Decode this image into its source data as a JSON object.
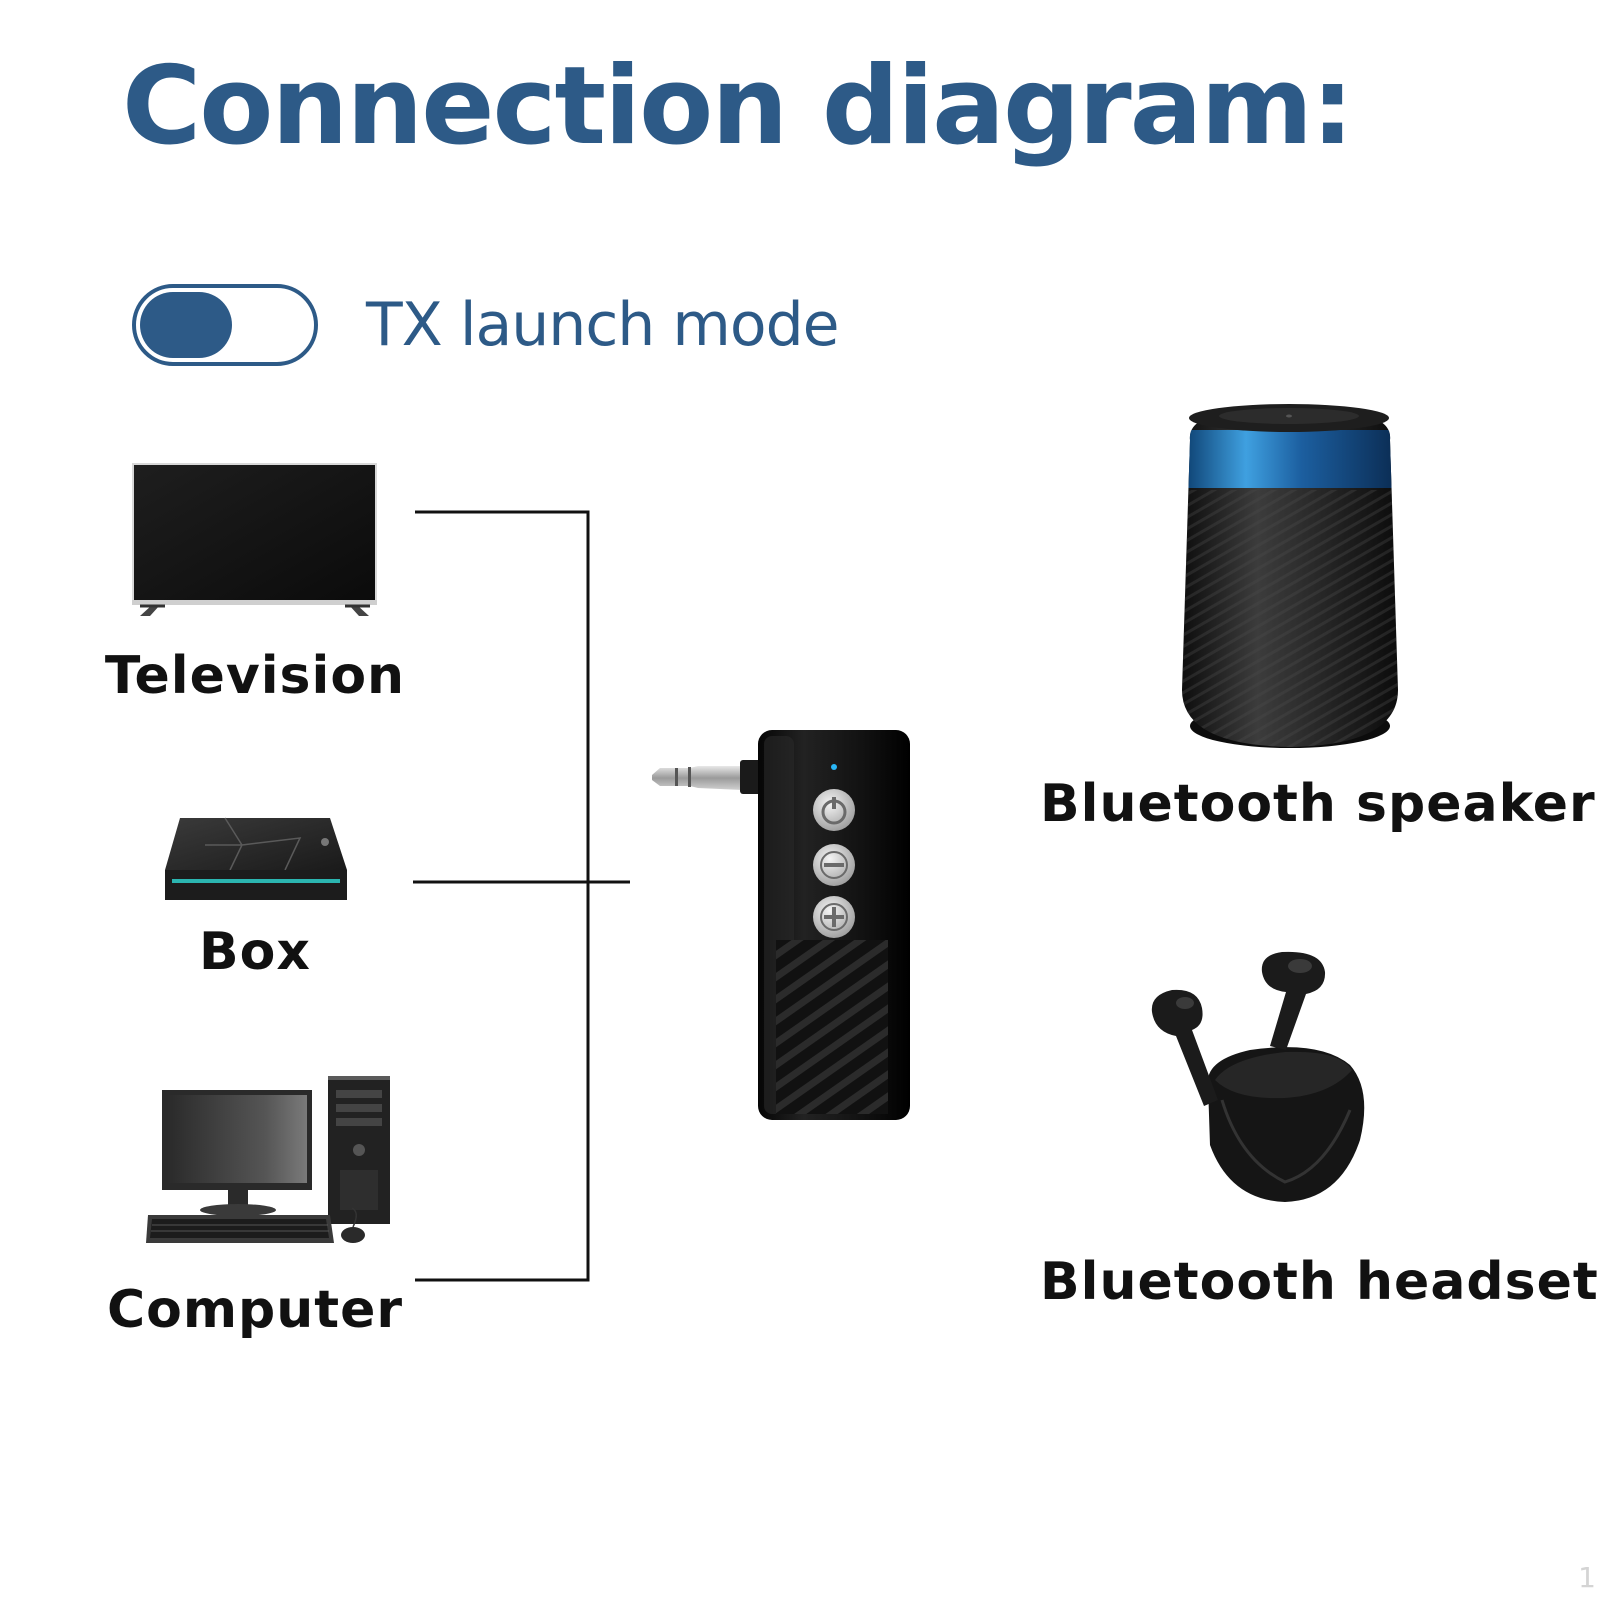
{
  "title": "Connection diagram:",
  "mode": {
    "label": "TX launch mode",
    "toggle_state": "on",
    "color": "#2d5a87"
  },
  "sources": [
    {
      "label": "Television",
      "icon": "television-icon"
    },
    {
      "label": "Box",
      "icon": "tv-box-icon"
    },
    {
      "label": "Computer",
      "icon": "computer-icon"
    }
  ],
  "transmitter": {
    "icon": "bluetooth-transmitter-icon"
  },
  "outputs": [
    {
      "label": "Bluetooth speaker",
      "icon": "bluetooth-speaker-icon"
    },
    {
      "label": "Bluetooth headset",
      "icon": "bluetooth-headset-icon"
    }
  ],
  "corner_number": "1"
}
